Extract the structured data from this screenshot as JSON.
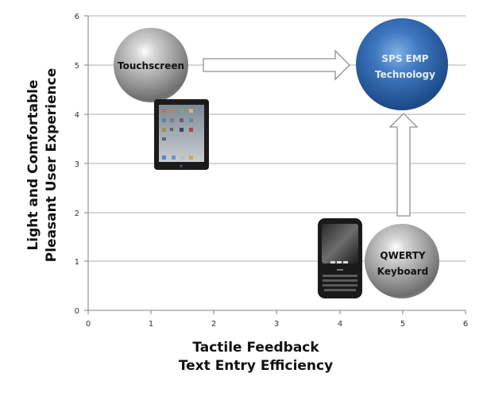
{
  "chart_data": {
    "type": "scatter",
    "title": "",
    "xlabel": "Tactile Feedback\nText Entry Efficiency",
    "xlabel_lines": [
      "Tactile Feedback",
      "Text Entry Efficiency"
    ],
    "ylabel": "Light and Comfortable\nPleasant User Experience",
    "ylabel_lines": [
      "Light and Comfortable",
      "Pleasant User Experience"
    ],
    "xlim": [
      0,
      6
    ],
    "ylim": [
      0,
      6
    ],
    "x_ticks": [
      "0",
      "1",
      "2",
      "3",
      "4",
      "5",
      "6"
    ],
    "y_ticks": [
      "0",
      "1",
      "2",
      "3",
      "4",
      "5",
      "6"
    ],
    "grid": {
      "horizontal": true,
      "vertical": false
    },
    "legend": null,
    "points": [
      {
        "label": "Touchscreen",
        "x": 1,
        "y": 5,
        "style": "silver-sphere",
        "image": "tablet-ipad"
      },
      {
        "label": "SPS EMP Technology",
        "label_lines": [
          "SPS EMP",
          "Technology"
        ],
        "x": 5,
        "y": 5,
        "style": "blue-sphere",
        "color": "#2f63a8"
      },
      {
        "label": "QWERTY Keyboard",
        "label_lines": [
          "QWERTY",
          "Keyboard"
        ],
        "x": 5,
        "y": 1,
        "style": "silver-sphere",
        "image": "smartphone-qwerty"
      }
    ],
    "annotations": [
      {
        "type": "arrow",
        "from": "Touchscreen",
        "to": "SPS EMP Technology",
        "direction": "right"
      },
      {
        "type": "arrow",
        "from": "QWERTY Keyboard",
        "to": "SPS EMP Technology",
        "direction": "up"
      }
    ],
    "colors": {
      "gridline": "#bdbdbd",
      "axis": "#9a9a9a",
      "silver": "#9a9a9a",
      "blue": "#2f63a8"
    }
  }
}
